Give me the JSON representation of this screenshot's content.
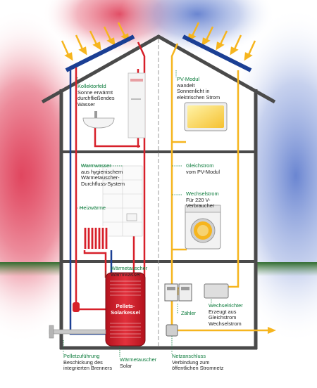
{
  "labels": {
    "kollektorfeld": {
      "title": "Kollektorfeld",
      "lines": [
        "Sonne erwärmt",
        "durchfließendes",
        "Wasser"
      ]
    },
    "pv_modul": {
      "title": "PV-Modul",
      "lines": [
        "wandelt",
        "Sonnenlicht in",
        "elektrischen Strom"
      ]
    },
    "warmwasser": {
      "title": "Warmwasser",
      "lines": [
        "aus hygienischem",
        "Wärmetauscher-",
        "Durchfluss-System"
      ]
    },
    "gleichstrom": {
      "title": "Gleichstrom",
      "lines": [
        "vom PV-Modul"
      ]
    },
    "wechselstrom": {
      "title": "Wechselstrom",
      "lines": [
        "Für 220 V-",
        "Verbraucher"
      ]
    },
    "heizwaerme": {
      "title": "Heizwärme",
      "lines": []
    },
    "waermetauscher_ww": {
      "title": "Wärmetauscher",
      "lines": [
        "Warmwasser"
      ]
    },
    "zaehler": {
      "title": "Zähler",
      "lines": []
    },
    "wechselrichter": {
      "title": "Wechselrichter",
      "lines": [
        "Erzeugt aus",
        "Gleichstrom",
        "Wechselstrom"
      ]
    },
    "pelletzufuehrung": {
      "title": "Pelletzuführung",
      "lines": [
        "Beschickung des",
        "integrierten Brenners"
      ]
    },
    "waermetauscher_solar": {
      "title": "Wärmetauscher",
      "lines": [
        "Solar"
      ]
    },
    "netzanschluss": {
      "title": "Netzanschluss",
      "lines": [
        "Verbindung zum",
        "öffentlichen Stromnetz"
      ]
    }
  },
  "tank_label": [
    "Pellets-",
    "Solarkessel"
  ],
  "colors": {
    "heat_pipe": "#d7202a",
    "cold_pipe": "#1b3f94",
    "electric_line": "#f6b51e",
    "label_title": "#0a7a3a",
    "wall": "#4a4a4a",
    "warm_glow": "#e0455e",
    "cold_glow": "#5a78cc",
    "grass": "#3d7a3b"
  }
}
